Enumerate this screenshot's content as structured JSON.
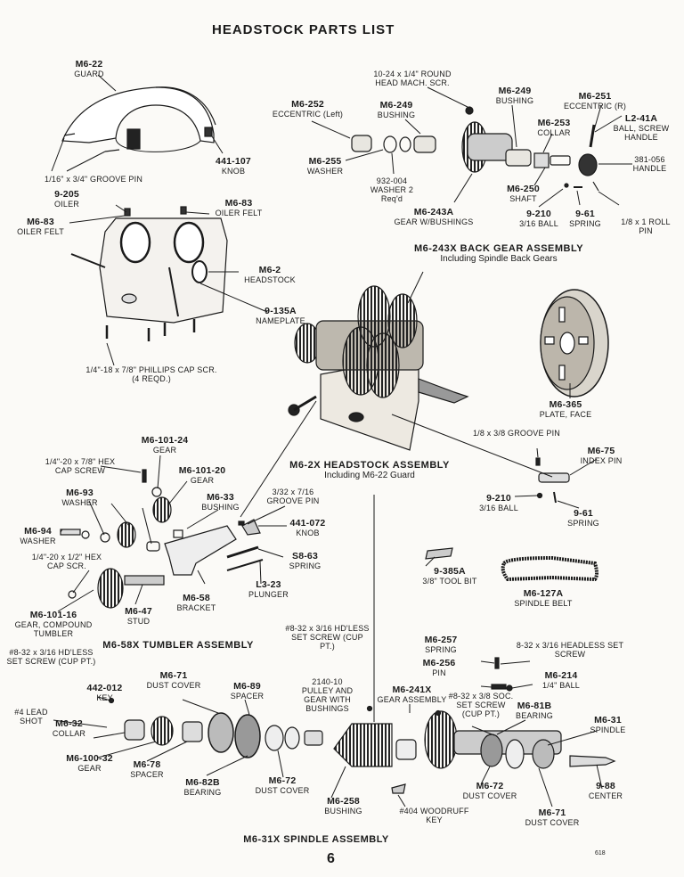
{
  "title": "HEADSTOCK PARTS LIST",
  "page_number": "6",
  "print_code": "618",
  "assemblies": {
    "back_gear": {
      "name": "M6-243X BACK GEAR ASSEMBLY",
      "sub": "Including Spindle Back Gears"
    },
    "headstock": {
      "name": "M6-2X HEADSTOCK ASSEMBLY",
      "sub": "Including M6-22 Guard"
    },
    "tumbler": {
      "name": "M6-58X TUMBLER ASSEMBLY"
    },
    "spindle": {
      "name": "M6-31X SPINDLE ASSEMBLY"
    }
  },
  "parts": [
    {
      "id": "m6-22",
      "pn": "M6-22",
      "desc": "GUARD"
    },
    {
      "id": "groove-pin-1",
      "pn": "",
      "desc": "1/16\" x 3/4\" GROOVE PIN"
    },
    {
      "id": "441-107",
      "pn": "441-107",
      "desc": "KNOB"
    },
    {
      "id": "9-205",
      "pn": "9-205",
      "desc": "OILER"
    },
    {
      "id": "m6-83-a",
      "pn": "M6-83",
      "desc": "OILER FELT"
    },
    {
      "id": "m6-83-b",
      "pn": "M6-83",
      "desc": "OILER FELT"
    },
    {
      "id": "m6-2",
      "pn": "M6-2",
      "desc": "HEADSTOCK"
    },
    {
      "id": "9-135a",
      "pn": "9-135A",
      "desc": "NAMEPLATE"
    },
    {
      "id": "phillips",
      "pn": "",
      "desc": "1/4\"-18 x 7/8\" PHILLIPS CAP SCR. (4 REQD.)"
    },
    {
      "id": "round-head",
      "pn": "",
      "desc": "10-24 x 1/4\" ROUND HEAD MACH. SCR."
    },
    {
      "id": "m6-252",
      "pn": "M6-252",
      "desc": "ECCENTRIC (Left)"
    },
    {
      "id": "m6-249-a",
      "pn": "M6-249",
      "desc": "BUSHING"
    },
    {
      "id": "m6-249-b",
      "pn": "M6-249",
      "desc": "BUSHING"
    },
    {
      "id": "m6-251",
      "pn": "M6-251",
      "desc": "ECCENTRIC (R)"
    },
    {
      "id": "m6-253",
      "pn": "M6-253",
      "desc": "COLLAR"
    },
    {
      "id": "l2-41a",
      "pn": "L2-41A",
      "desc": "BALL, SCREW HANDLE"
    },
    {
      "id": "381-056",
      "pn": "381-056",
      "desc": "HANDLE"
    },
    {
      "id": "m6-255",
      "pn": "M6-255",
      "desc": "WASHER"
    },
    {
      "id": "932-004",
      "pn": "932-004",
      "desc": "WASHER 2 Req'd"
    },
    {
      "id": "m6-243a",
      "pn": "M6-243A",
      "desc": "GEAR W/BUSHINGS"
    },
    {
      "id": "m6-250",
      "pn": "M6-250",
      "desc": "SHAFT"
    },
    {
      "id": "9-210-a",
      "pn": "9-210",
      "desc": "3/16 BALL"
    },
    {
      "id": "9-61-a",
      "pn": "9-61",
      "desc": "SPRING"
    },
    {
      "id": "roll-pin",
      "pn": "",
      "desc": "1/8 x 1 ROLL PIN"
    },
    {
      "id": "m6-365",
      "pn": "M6-365",
      "desc": "PLATE, FACE"
    },
    {
      "id": "groove-pin-2",
      "pn": "",
      "desc": "1/8 x 3/8 GROOVE PIN"
    },
    {
      "id": "m6-75",
      "pn": "M6-75",
      "desc": "INDEX PIN"
    },
    {
      "id": "9-210-b",
      "pn": "9-210",
      "desc": "3/16 BALL"
    },
    {
      "id": "9-61-b",
      "pn": "9-61",
      "desc": "SPRING"
    },
    {
      "id": "m6-101-24",
      "pn": "M6-101-24",
      "desc": "GEAR"
    },
    {
      "id": "hex-cap-1",
      "pn": "",
      "desc": "1/4\"-20 x 7/8\" HEX CAP SCREW"
    },
    {
      "id": "m6-101-20",
      "pn": "M6-101-20",
      "desc": "GEAR"
    },
    {
      "id": "m6-93",
      "pn": "M6-93",
      "desc": "WASHER"
    },
    {
      "id": "m6-33",
      "pn": "M6-33",
      "desc": "BUSHING"
    },
    {
      "id": "groove-pin-3",
      "pn": "",
      "desc": "3/32 x 7/16 GROOVE PIN"
    },
    {
      "id": "441-072",
      "pn": "441-072",
      "desc": "KNOB"
    },
    {
      "id": "m6-94",
      "pn": "M6-94",
      "desc": "WASHER"
    },
    {
      "id": "hex-cap-2",
      "pn": "",
      "desc": "1/4\"-20 x 1/2\" HEX CAP SCR."
    },
    {
      "id": "s8-63",
      "pn": "S8-63",
      "desc": "SPRING"
    },
    {
      "id": "l3-23",
      "pn": "L3-23",
      "desc": "PLUNGER"
    },
    {
      "id": "m6-58",
      "pn": "M6-58",
      "desc": "BRACKET"
    },
    {
      "id": "m6-47",
      "pn": "M6-47",
      "desc": "STUD"
    },
    {
      "id": "m6-101-16",
      "pn": "M6-101-16",
      "desc": "GEAR, COMPOUND TUMBLER"
    },
    {
      "id": "9-385a",
      "pn": "9-385A",
      "desc": "3/8\" TOOL BIT"
    },
    {
      "id": "m6-127a",
      "pn": "M6-127A",
      "desc": "SPINDLE BELT"
    },
    {
      "id": "hdless-1",
      "pn": "",
      "desc": "#8-32 x 3/16 HD'LESS SET SCREW (CUP PT.)"
    },
    {
      "id": "hdless-2",
      "pn": "",
      "desc": "#8-32 x 3/16 HD'LESS SET SCREW (CUP PT.)"
    },
    {
      "id": "m6-257",
      "pn": "M6-257",
      "desc": "SPRING"
    },
    {
      "id": "headless-3",
      "pn": "",
      "desc": "8-32 x 3/16 HEADLESS SET SCREW"
    },
    {
      "id": "442-012",
      "pn": "442-012",
      "desc": "KEY"
    },
    {
      "id": "m6-71-a",
      "pn": "M6-71",
      "desc": "DUST COVER"
    },
    {
      "id": "m6-89",
      "pn": "M6-89",
      "desc": "SPACER"
    },
    {
      "id": "2140-10",
      "pn": "2140-10",
      "desc": "PULLEY AND GEAR WITH BUSHINGS"
    },
    {
      "id": "m6-256",
      "pn": "M6-256",
      "desc": "PIN"
    },
    {
      "id": "m6-214",
      "pn": "M6-214",
      "desc": "1/4\" BALL"
    },
    {
      "id": "lead-shot",
      "pn": "",
      "desc": "#4 LEAD SHOT"
    },
    {
      "id": "m6-32",
      "pn": "M6-32",
      "desc": "COLLAR"
    },
    {
      "id": "m6-241x",
      "pn": "M6-241X",
      "desc": "GEAR ASSEMBLY"
    },
    {
      "id": "soc-set",
      "pn": "",
      "desc": "#8-32 x 3/8 SOC. SET SCREW (CUP PT.)"
    },
    {
      "id": "m6-81b",
      "pn": "M6-81B",
      "desc": "BEARING"
    },
    {
      "id": "m6-31",
      "pn": "M6-31",
      "desc": "SPINDLE"
    },
    {
      "id": "m6-100-32",
      "pn": "M6-100-32",
      "desc": "GEAR"
    },
    {
      "id": "m6-78",
      "pn": "M6-78",
      "desc": "SPACER"
    },
    {
      "id": "m6-82b",
      "pn": "M6-82B",
      "desc": "BEARING"
    },
    {
      "id": "m6-72-a",
      "pn": "M6-72",
      "desc": "DUST COVER"
    },
    {
      "id": "m6-72-b",
      "pn": "M6-72",
      "desc": "DUST COVER"
    },
    {
      "id": "9-88",
      "pn": "9-88",
      "desc": "CENTER"
    },
    {
      "id": "m6-258",
      "pn": "M6-258",
      "desc": "BUSHING"
    },
    {
      "id": "woodruff",
      "pn": "",
      "desc": "#404 WOODRUFF KEY"
    },
    {
      "id": "m6-71-b",
      "pn": "M6-71",
      "desc": "DUST COVER"
    }
  ]
}
